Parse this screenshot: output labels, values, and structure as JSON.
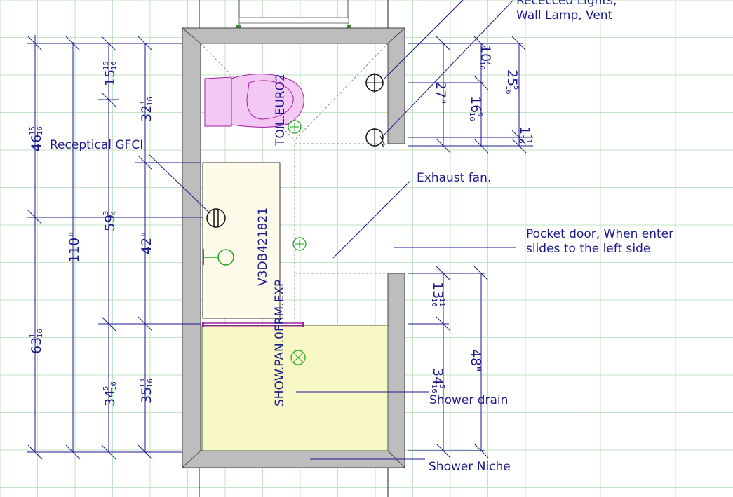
{
  "colors": {
    "grid": "#c6e2c6",
    "wall": "#bdbdbd",
    "dimension": "#1a1a8c",
    "tub": "#f8f8c4",
    "toilet": "#f4c8f4",
    "vanity": "#fffbea",
    "fixture": "#1aa31a"
  },
  "labels": {
    "toilet_model": "TOIL.EURO2",
    "vanity_model": "V3DB421821",
    "shower_model": "SHOW.PAN.0FRM.EXP"
  },
  "annotations": {
    "lights_line1": "Rececced Lights,",
    "lights_line2": "Wall Lamp, Vent",
    "gfci": "Receptical  GFCI",
    "exhaust": "Exhaust  fan.",
    "pocket_line1": "Pocket door, When enter",
    "pocket_line2": "slides to the  left side",
    "drain": "Shower drain",
    "niche": "Shower Niche"
  },
  "dimensions": {
    "left_46": {
      "whole": "46",
      "num": "15",
      "den": "16"
    },
    "left_63": {
      "whole": "63",
      "num": "1",
      "den": "16"
    },
    "total_110": {
      "whole": "110\""
    },
    "d15": {
      "whole": "15",
      "num": "15",
      "den": "16"
    },
    "d59": {
      "whole": "59",
      "num": "3",
      "den": "4"
    },
    "d34a": {
      "whole": "34",
      "num": "5",
      "den": "16"
    },
    "d32": {
      "whole": "32",
      "num": "3",
      "den": "16"
    },
    "d42": {
      "whole": "42\""
    },
    "d35": {
      "whole": "35",
      "num": "13",
      "den": "16"
    },
    "r10": {
      "whole": "10",
      "num": "7",
      "den": "16"
    },
    "r27": {
      "whole": "27\""
    },
    "r16": {
      "whole": "16",
      "num": "9",
      "den": "16"
    },
    "r25": {
      "whole": "25",
      "num": "5",
      "den": "16"
    },
    "r1": {
      "whole": "1",
      "num": "11",
      "den": "16"
    },
    "r13": {
      "whole": "13",
      "num": "11",
      "den": "16"
    },
    "r34": {
      "whole": "34",
      "num": "5",
      "den": "16"
    },
    "r48": {
      "whole": "48\""
    }
  }
}
